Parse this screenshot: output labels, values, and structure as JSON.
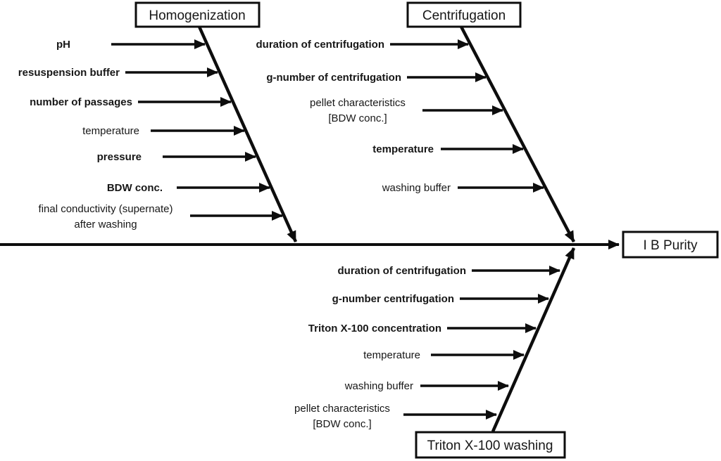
{
  "diagram": {
    "type": "fishbone",
    "effect_label": "I B Purity",
    "branches": [
      {
        "title": "Homogenization",
        "position": "top-left",
        "items": [
          {
            "label": "pH",
            "bold": true
          },
          {
            "label": "resuspension buffer",
            "bold": true
          },
          {
            "label": "number of passages",
            "bold": true
          },
          {
            "label": "temperature",
            "bold": false
          },
          {
            "label": "pressure",
            "bold": true
          },
          {
            "label": "BDW conc.",
            "bold": true
          },
          {
            "label": "final conductivity (supernate)",
            "label_line2": "after washing",
            "bold": false
          }
        ]
      },
      {
        "title": "Centrifugation",
        "position": "top-right",
        "items": [
          {
            "label": "duration of centrifugation",
            "bold": true
          },
          {
            "label": "g-number of centrifugation",
            "bold": true
          },
          {
            "label": "pellet characteristics",
            "label_line2": "[BDW conc.]",
            "bold": false
          },
          {
            "label": "temperature",
            "bold": true
          },
          {
            "label": "washing buffer",
            "bold": false
          }
        ]
      },
      {
        "title": "Triton X-100 washing",
        "position": "bottom-right",
        "items": [
          {
            "label": "duration of centrifugation",
            "bold": true
          },
          {
            "label": "g-number centrifugation",
            "bold": true
          },
          {
            "label": "Triton X-100 concentration",
            "bold": true
          },
          {
            "label": "temperature",
            "bold": false
          },
          {
            "label": "washing buffer",
            "bold": false
          },
          {
            "label": "pellet characteristics",
            "label_line2": "[BDW conc.]",
            "bold": false
          }
        ]
      }
    ],
    "colors": {
      "line": "#0d0d0d",
      "text": "#171717",
      "box_border": "#0d0d0d",
      "background": "#ffffff"
    }
  }
}
